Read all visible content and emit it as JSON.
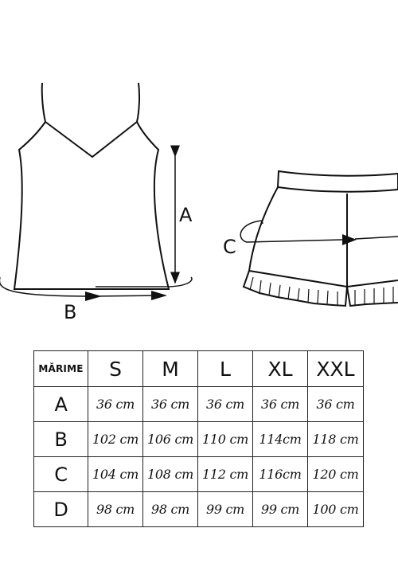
{
  "labels": {
    "a": "A",
    "b": "B",
    "c": "C"
  },
  "table": {
    "corner": "MĂRIME",
    "sizes": [
      "S",
      "M",
      "L",
      "XL",
      "XXL"
    ],
    "rows": [
      {
        "label": "A",
        "values": [
          "36 cm",
          "36 cm",
          "36 cm",
          "36 cm",
          "36 cm"
        ]
      },
      {
        "label": "B",
        "values": [
          "102 cm",
          "106 cm",
          "110 cm",
          "114cm",
          "118 cm"
        ]
      },
      {
        "label": "C",
        "values": [
          "104 cm",
          "108 cm",
          "112 cm",
          "116cm",
          "120 cm"
        ]
      },
      {
        "label": "D",
        "values": [
          "98 cm",
          "98 cm",
          "99 cm",
          "99 cm",
          "100 cm"
        ]
      }
    ]
  }
}
